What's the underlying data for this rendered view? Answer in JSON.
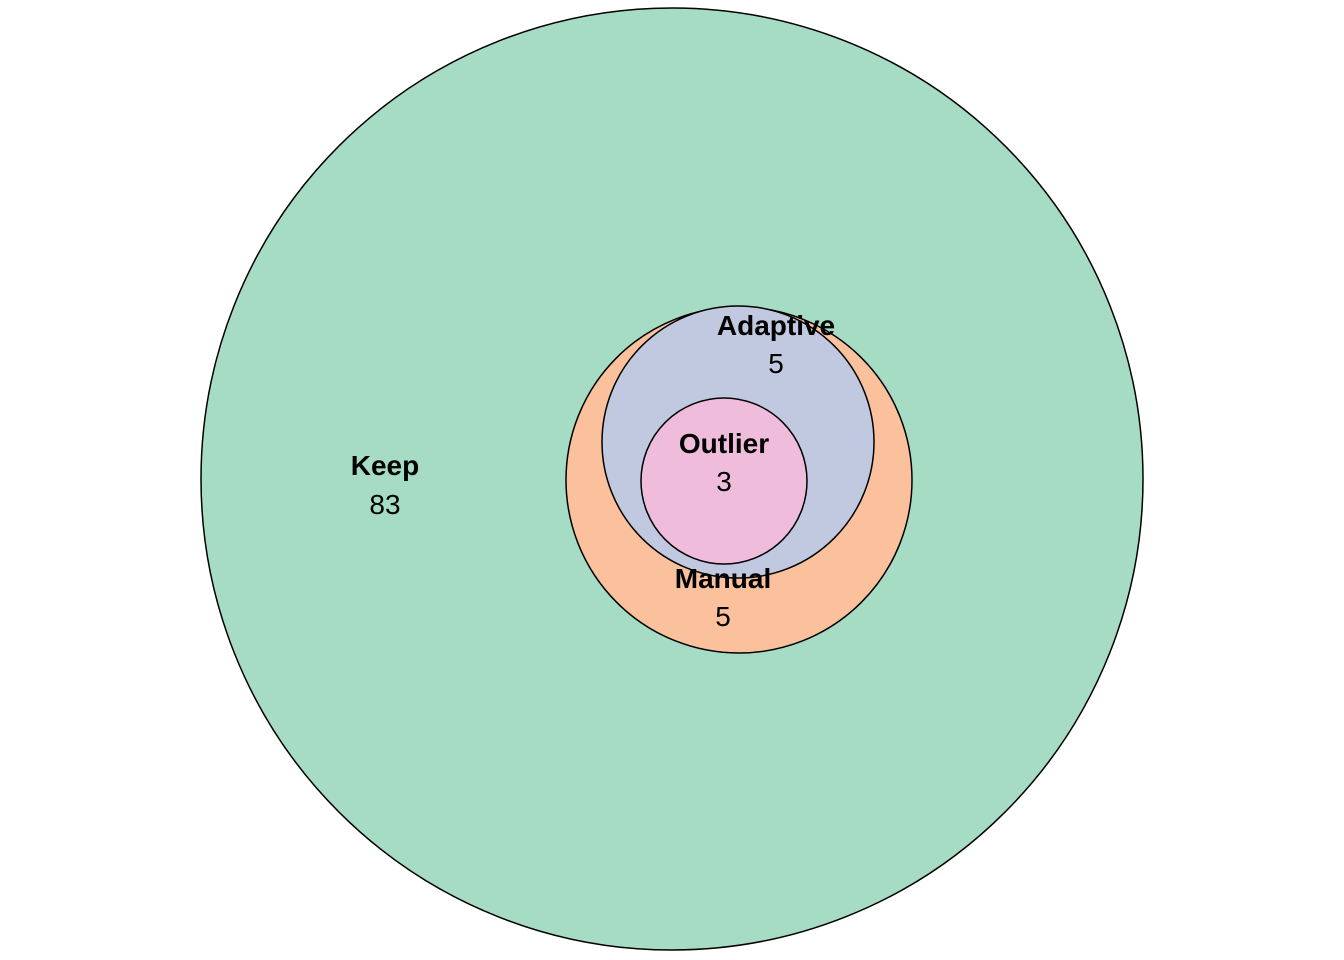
{
  "chart_data": {
    "type": "euler",
    "sets": [
      {
        "key": "keep",
        "name": "Keep",
        "count": "83",
        "color": "#a5dcc3"
      },
      {
        "key": "manual",
        "name": "Manual",
        "count": "5",
        "color": "#fac19c"
      },
      {
        "key": "adaptive",
        "name": "Adaptive",
        "count": "5",
        "color": "#c0c9e0"
      },
      {
        "key": "outlier",
        "name": "Outlier",
        "count": "3",
        "color": "#efbcdc"
      }
    ],
    "nesting": "Outlier within Adaptive within Manual within Keep",
    "outline_color": "#000000"
  }
}
